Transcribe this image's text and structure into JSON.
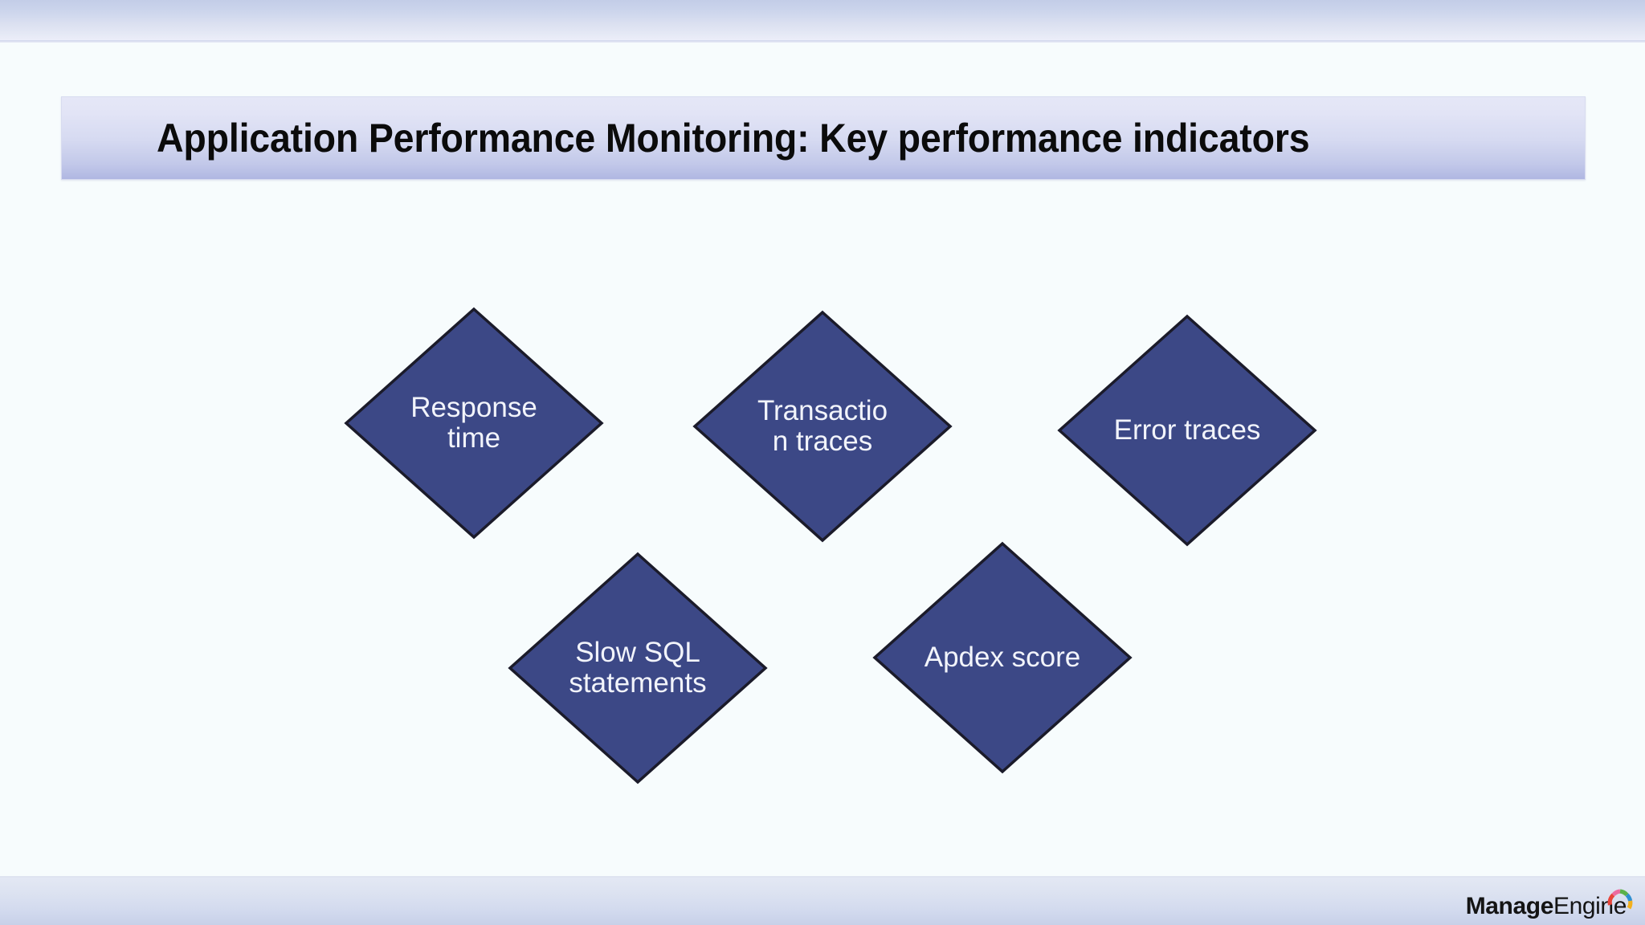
{
  "slide": {
    "title": "Application Performance Monitoring: Key performance indicators",
    "background_color": "#f7fcfd",
    "top_band_color": "#ccd5ec",
    "bottom_band_color": "#d2daee",
    "title_plate_gradient_top": "#e5e7f7",
    "title_plate_gradient_bottom": "#b0b7e2",
    "title_color": "#0b0b0b"
  },
  "diagram": {
    "shape_type": "diamond",
    "fill_color": "#3c4886",
    "stroke_color": "#1b1b2a",
    "label_color": "#f2f4fb",
    "nodes": [
      {
        "id": "response-time",
        "label_line1": "Response",
        "label_line2": "time",
        "row": 1,
        "column": 1
      },
      {
        "id": "transaction-traces",
        "label_line1": "Transactio",
        "label_line2": "n traces",
        "row": 1,
        "column": 2
      },
      {
        "id": "error-traces",
        "label_line1": "Error traces",
        "label_line2": "",
        "row": 1,
        "column": 3
      },
      {
        "id": "slow-sql-statements",
        "label_line1": "Slow SQL",
        "label_line2": "statements",
        "row": 2,
        "column": 1
      },
      {
        "id": "apdex-score",
        "label_line1": "Apdex score",
        "label_line2": "",
        "row": 2,
        "column": 2
      }
    ]
  },
  "logo": {
    "word_bold": "Manage",
    "word_regular": "Engine",
    "swoosh_colors": [
      "#e8443a",
      "#ec6ba0",
      "#5bb14a",
      "#2f8fd0",
      "#f2b01e"
    ]
  }
}
